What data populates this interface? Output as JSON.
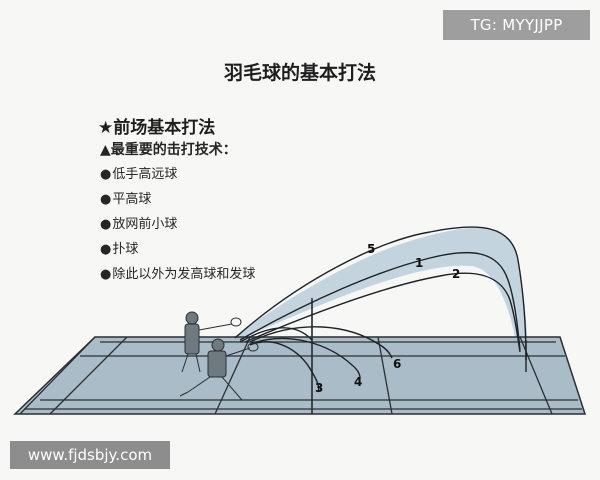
{
  "watermark_top": "TG: MYYJJPP",
  "title": "羽毛球的基本打法",
  "section": {
    "heading": "★前场基本打法",
    "subheading": "▲最重要的击打技术：",
    "bullets": [
      "低手高远球",
      "平高球",
      "放网前小球",
      "扑球",
      "除此以外为发高球和发球"
    ],
    "bullet_symbol": "●"
  },
  "diagram": {
    "trajectory_labels": [
      "5",
      "1",
      "2",
      "3",
      "4",
      "6"
    ],
    "colors": {
      "court_fill": "#a9bcc8",
      "court_fill_dark": "#96abb8",
      "court_lines": "#2b2f33",
      "trajectory_fill": "#c4d4de"
    }
  },
  "watermark_bottom": "www.fjdsbjy.com"
}
